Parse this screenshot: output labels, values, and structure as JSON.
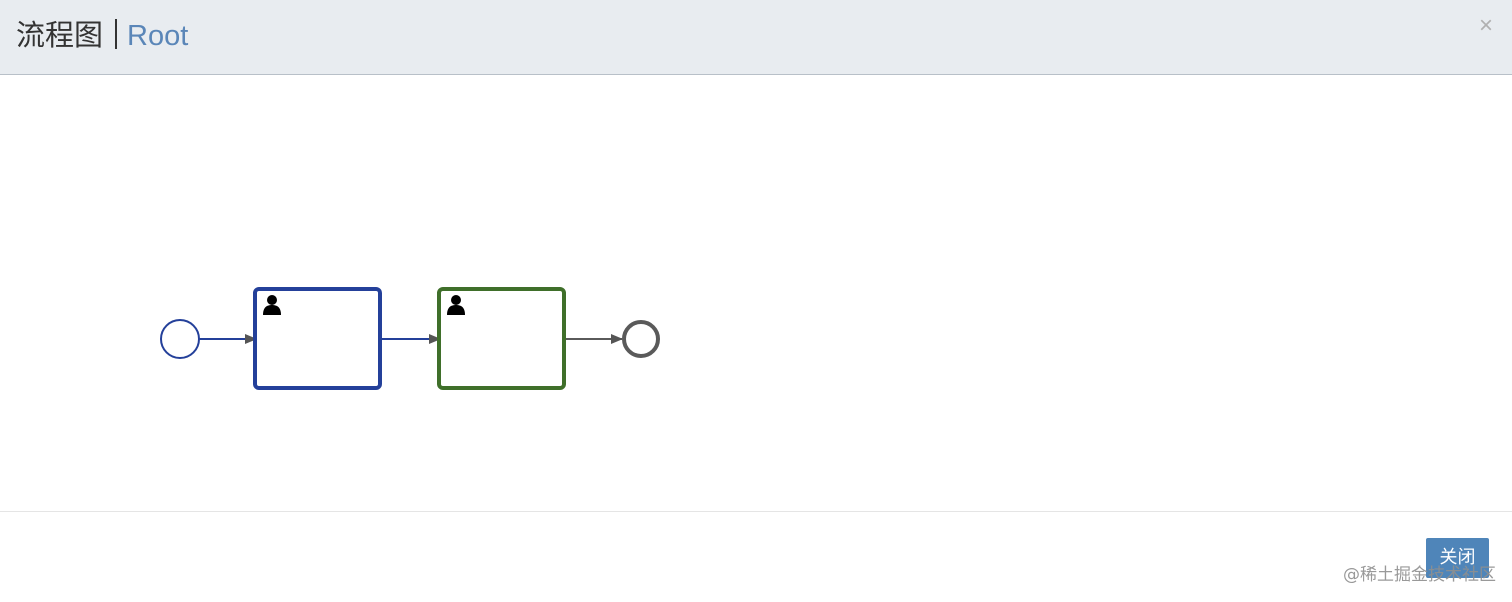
{
  "header": {
    "title": "流程图",
    "subtitle": "Root",
    "close_symbol": "×"
  },
  "diagram": {
    "nodes": [
      {
        "id": "start",
        "type": "start-event",
        "color": "#24409a"
      },
      {
        "id": "task1",
        "type": "user-task",
        "color": "#24409a",
        "icon": "user-icon"
      },
      {
        "id": "task2",
        "type": "user-task",
        "color": "#3f6f2a",
        "icon": "user-icon"
      },
      {
        "id": "end",
        "type": "end-event",
        "color": "#5a5a5a"
      }
    ],
    "flows": [
      {
        "from": "start",
        "to": "task1",
        "color": "#24409a"
      },
      {
        "from": "task1",
        "to": "task2",
        "color": "#24409a"
      },
      {
        "from": "task2",
        "to": "end",
        "color": "#5a5a5a"
      }
    ]
  },
  "footer": {
    "close_label": "关闭"
  },
  "watermark": "@稀土掘金技术社区",
  "colors": {
    "header_bg": "#e8ecf0",
    "accent": "#4f85b9",
    "subtitle": "#5a86b8"
  }
}
